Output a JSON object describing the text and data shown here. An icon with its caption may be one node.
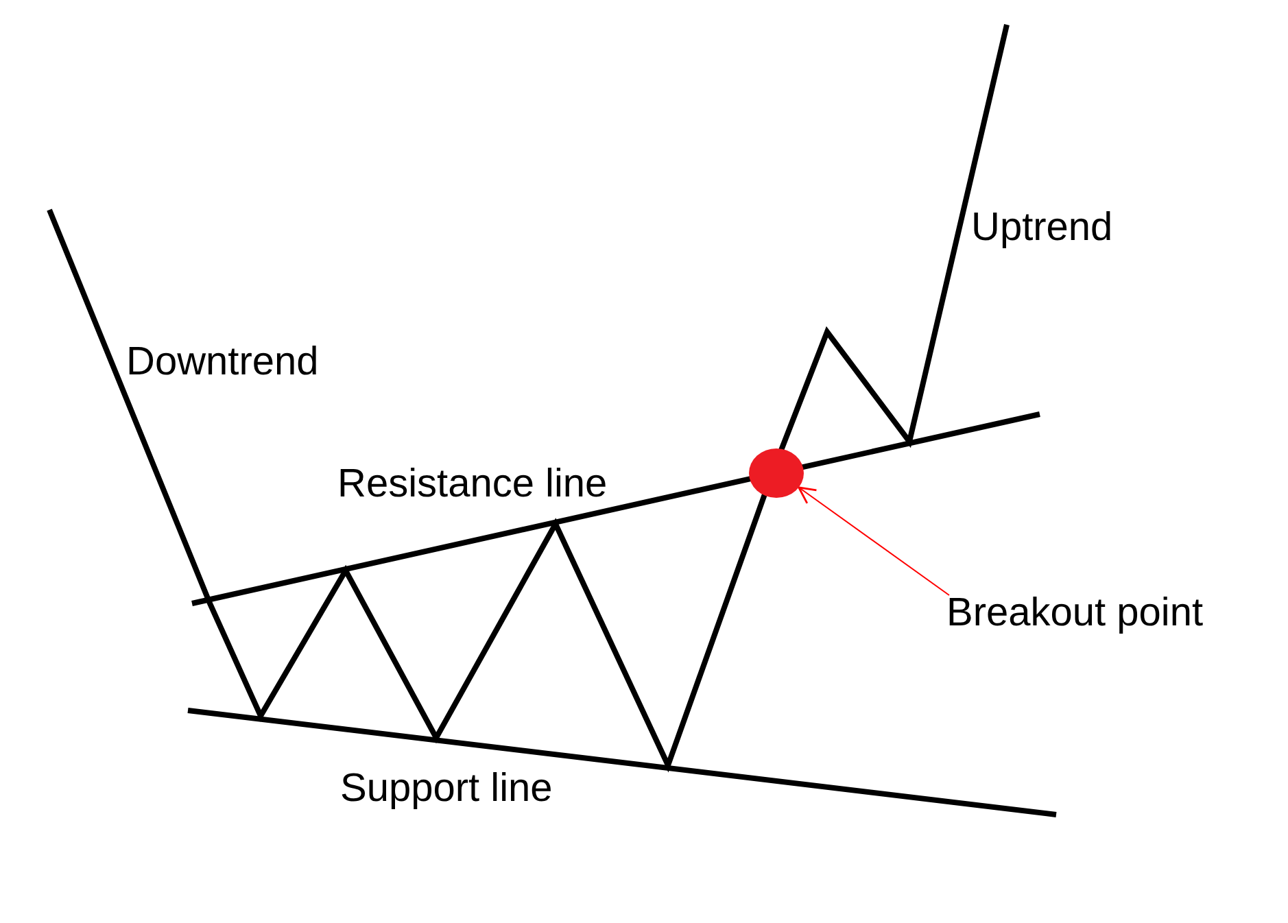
{
  "diagram": {
    "nodes": [
      {
        "text": [
          "Breakout point"
        ]
      },
      {
        "text": [],
        "shape": "circle"
      }
    ],
    "edges": [
      {
        "from": 0,
        "to": 1,
        "arrow": "to",
        "color": "#ff0000"
      }
    ],
    "labels": [
      "Uptrend",
      "Downtrend",
      "Resistance line",
      "Support line"
    ]
  }
}
